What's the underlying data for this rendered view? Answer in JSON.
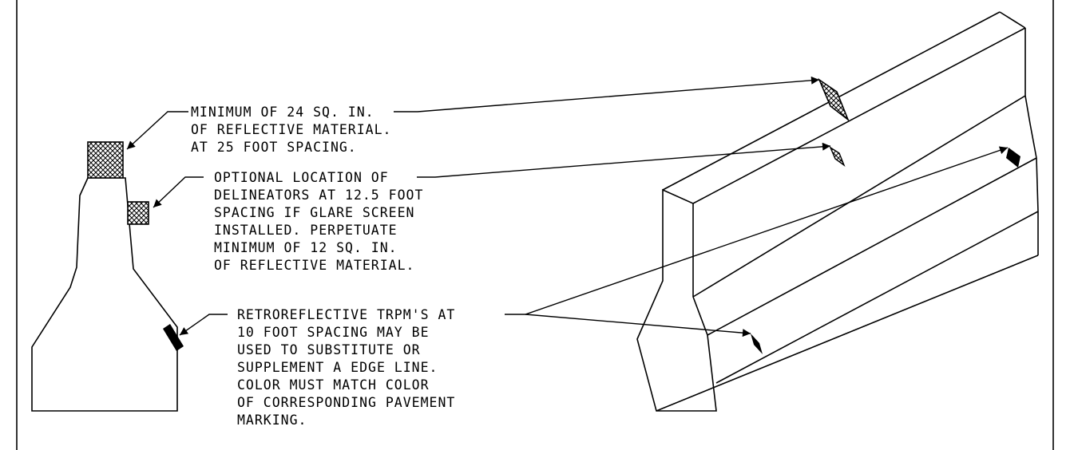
{
  "notes": {
    "reflective": {
      "lines": [
        "MINIMUM OF 24 SQ. IN.",
        "OF REFLECTIVE MATERIAL.",
        "AT 25 FOOT SPACING."
      ]
    },
    "delineators": {
      "lines": [
        "OPTIONAL LOCATION OF",
        "DELINEATORS AT 12.5 FOOT",
        "SPACING IF GLARE SCREEN",
        "INSTALLED. PERPETUATE",
        "MINIMUM OF 12 SQ. IN.",
        "OF REFLECTIVE MATERIAL."
      ]
    },
    "trpm": {
      "lines": [
        "RETROREFLECTIVE TRPM'S AT",
        "10 FOOT SPACING MAY BE",
        "USED TO SUBSTITUTE OR",
        "SUPPLEMENT A EDGE LINE.",
        "COLOR MUST MATCH COLOR",
        "OF CORRESPONDING PAVEMENT",
        "MARKING."
      ]
    }
  }
}
